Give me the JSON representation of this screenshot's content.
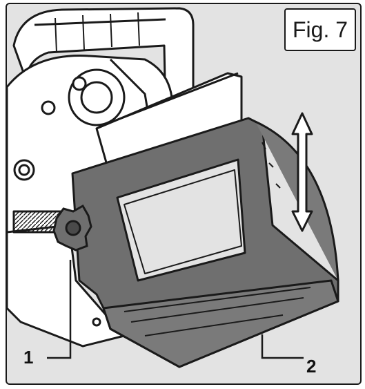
{
  "figure": {
    "label": "Fig. 7",
    "callouts": [
      "1",
      "2"
    ]
  },
  "colors": {
    "background": "#e3e3e3",
    "tool_body": "#ffffff",
    "fence": "#6f6f6f",
    "outline": "#1a1a1a"
  },
  "icons": {
    "adjustment_arrow": "double-headed-vertical-arrow",
    "knob": "star-knob"
  }
}
